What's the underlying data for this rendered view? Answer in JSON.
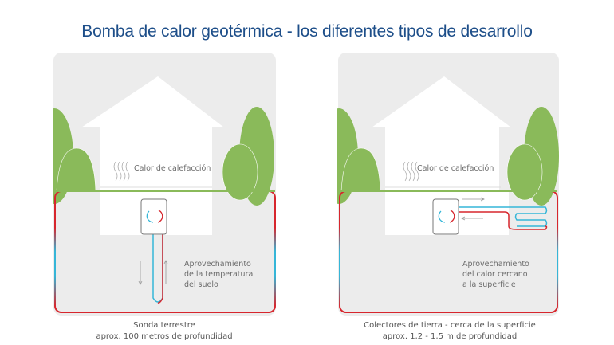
{
  "title": "Bomba de calor geotérmica - los diferentes tipos de desarrollo",
  "colors": {
    "title": "#1d4e89",
    "tree": "#8aba5a",
    "hot": "#d7262d",
    "cold": "#35b6d8",
    "panel_bg": "#ececec"
  },
  "left_panel": {
    "heating_label": "Calor de calefacción",
    "usage_label": [
      "Aprovechamiento",
      "de la temperatura",
      "del suelo"
    ],
    "caption": [
      "Sonda terrestre",
      "aprox. 100 metros de profundidad"
    ]
  },
  "right_panel": {
    "heating_label": "Calor de calefacción",
    "usage_label": [
      "Aprovechamiento",
      "del calor cercano",
      "a la superficie"
    ],
    "caption": [
      "Colectores de tierra - cerca de la superficie",
      "aprox. 1,2 - 1,5 m de profundidad"
    ]
  }
}
